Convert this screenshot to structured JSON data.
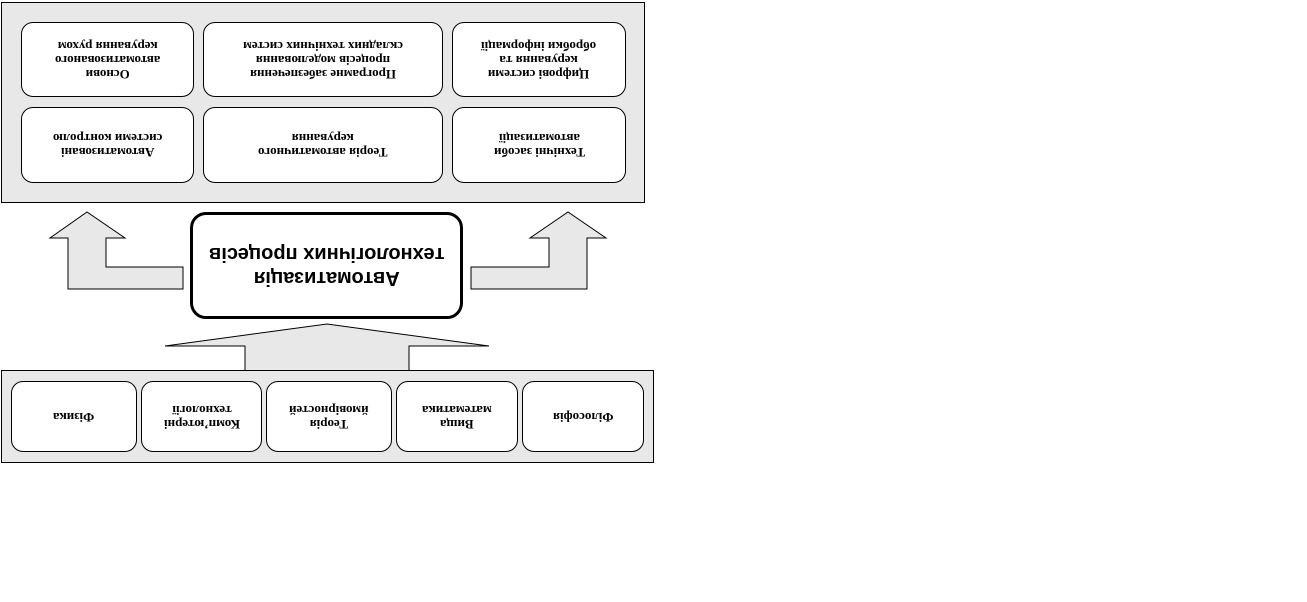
{
  "center": {
    "label": "Автоматизація\nтехнологічних процесів"
  },
  "top_panel": {
    "row1": [
      {
        "label": "Основи\nавтоматизованого\nкерування рухом"
      },
      {
        "label": "Програмне забезпечення\nпроцесів моделювання\nскладних технічних систем"
      },
      {
        "label": "Цифрові системи\nкерування та\nобробки інформації"
      }
    ],
    "row2": [
      {
        "label": "Автоматизовані\nсистеми контролю"
      },
      {
        "label": "Теорія автоматичного\nкерування"
      },
      {
        "label": "Технічні засоби\nавтоматизації"
      }
    ]
  },
  "bottom_panel": {
    "items": [
      {
        "label": "Фізика"
      },
      {
        "label": "Комп’ютерні\nтехнології"
      },
      {
        "label": "Теорія\nймовірностей"
      },
      {
        "label": "Вища\nматематика"
      },
      {
        "label": "Філософія"
      }
    ]
  }
}
